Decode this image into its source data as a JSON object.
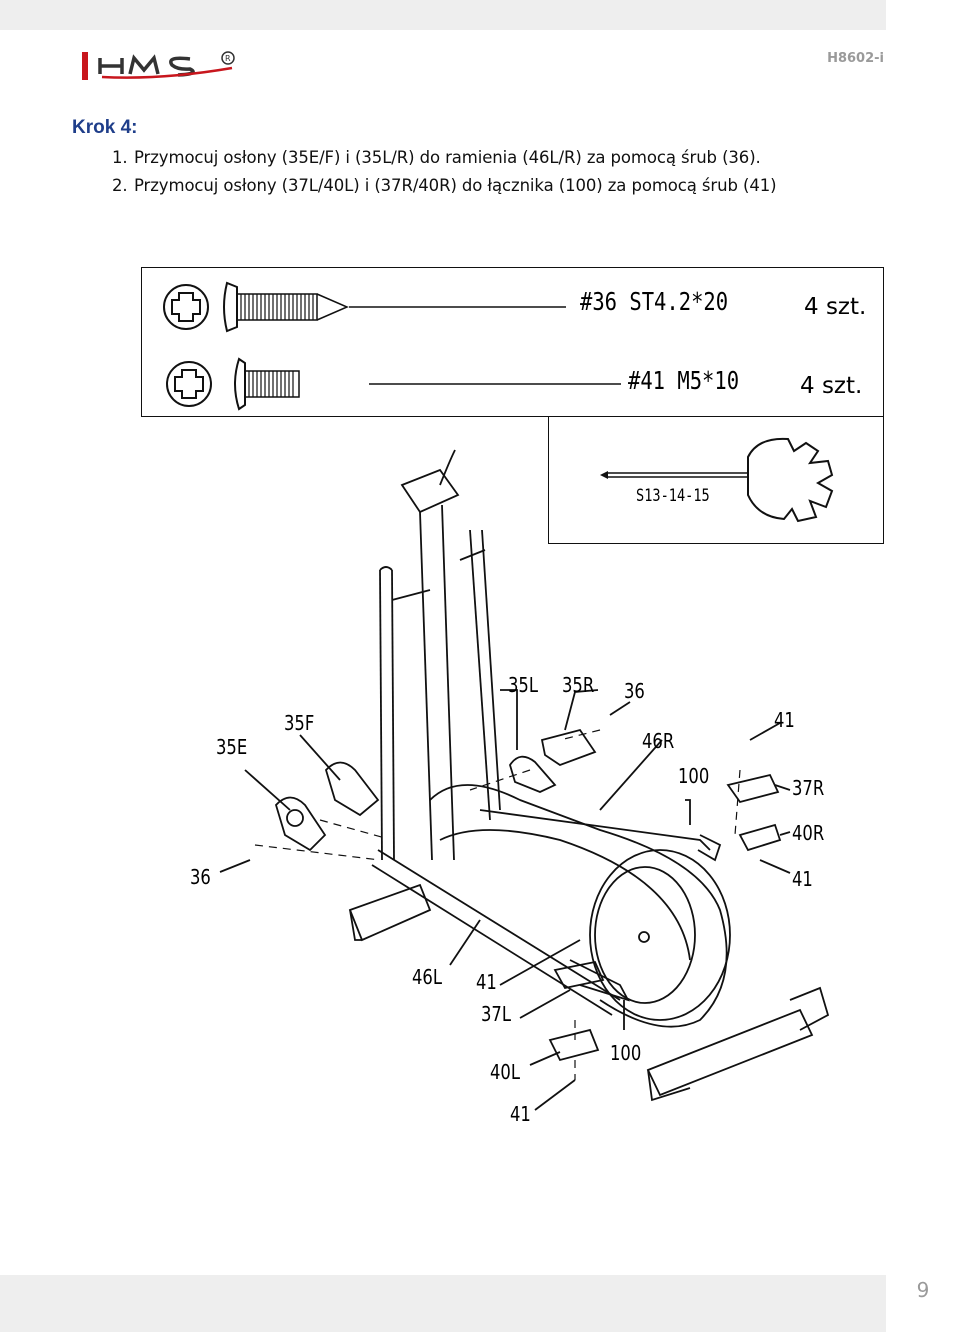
{
  "header": {
    "doc_code": "H8602-i"
  },
  "step": {
    "title": "Krok 4:",
    "instructions": [
      {
        "num": "1.",
        "text": "Przymocuj  osłony (35E/F) i (35L/R) do ramienia (46L/R) za pomocą śrub (36)."
      },
      {
        "num": "2.",
        "text": "Przymocuj  osłony (37L/40L) i (37R/40R) do łącznika (100) za pomocą śrub (41)"
      }
    ]
  },
  "hardware": [
    {
      "code": "#36  ST4.2*20",
      "qty": "4 szt."
    },
    {
      "code": "#41  M5*10",
      "qty": "4 szt."
    }
  ],
  "tool": {
    "label": "S13-14-15"
  },
  "callouts": {
    "c35L": "35L",
    "c35R": "35R",
    "c36a": "36",
    "c41a": "41",
    "c46R": "46R",
    "c35F": "35F",
    "c35E": "35E",
    "c100a": "100",
    "c37R": "37R",
    "c40R": "40R",
    "c41b": "41",
    "c36b": "36",
    "c46L": "46L",
    "c41c": "41",
    "c37L": "37L",
    "c100b": "100",
    "c40L": "40L",
    "c41d": "41"
  },
  "footer": {
    "page_number": "9"
  }
}
